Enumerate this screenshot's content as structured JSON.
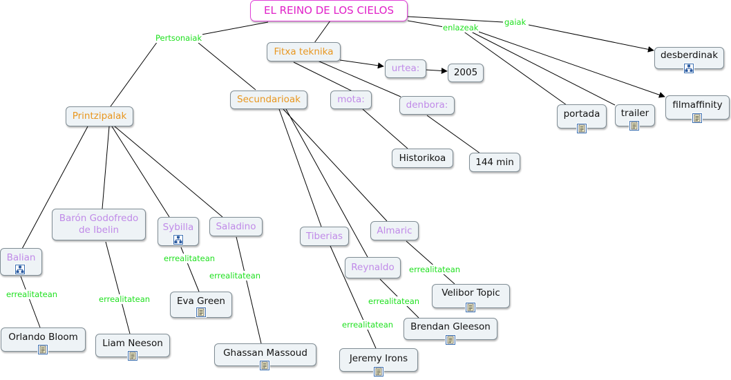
{
  "nodes": {
    "root": "EL REINO DE LOS CIELOS",
    "fitxa": "Fitxa teknika",
    "urtea": "urtea:",
    "y2005": "2005",
    "mota": "mota:",
    "denbora": "denbora:",
    "historikoa": "Historikoa",
    "min144": "144 min",
    "desberdinak": "desberdinak",
    "portada": "portada",
    "trailer": "trailer",
    "filmaffinity": "filmaffinity",
    "printzipalak": "Printzipalak",
    "secundarioak": "Secundarioak",
    "baron": "Barón Godofredo de Ibelin",
    "sybilla": "Sybilla",
    "saladino": "Saladino",
    "balian": "Balian",
    "tiberias": "Tiberias",
    "almaric": "Almaric",
    "reynaldo": "Reynaldo",
    "evagreen": "Eva Green",
    "velibor": "Velibor Topic",
    "orlando": "Orlando Bloom",
    "liam": "Liam Neeson",
    "ghassan": "Ghassan Massoud",
    "brendan": "Brendan Gleeson",
    "jeremy": "Jeremy Irons"
  },
  "links": {
    "pertsonaiak": "Pertsonaiak",
    "enlazeak": "enlazeak",
    "gaiak": "gaiak",
    "err_balian": "errealitatean",
    "err_baron": "errealitatean",
    "err_sybilla": "errealitatean",
    "err_saladino": "errealitatean",
    "err_almaric": "errealitatean",
    "err_reynaldo": "errealitatean",
    "err_tiberias": "errealitatean"
  },
  "icons": {
    "desberdinak": "concept-map-icon",
    "sybilla": "concept-map-icon",
    "balian": "concept-map-icon",
    "portada": "document-icon",
    "trailer": "document-icon",
    "filmaffinity": "document-icon",
    "evagreen": "document-icon",
    "velibor": "document-icon",
    "orlando": "document-icon",
    "liam": "document-icon",
    "ghassan": "document-icon",
    "brendan": "document-icon",
    "jeremy": "document-icon"
  },
  "colors": {
    "root_text": "#e020c8",
    "category_text": "#e8961e",
    "concept_text": "#c08ae8",
    "link_label": "#1ee01e",
    "node_fill": "#eef3f6"
  }
}
